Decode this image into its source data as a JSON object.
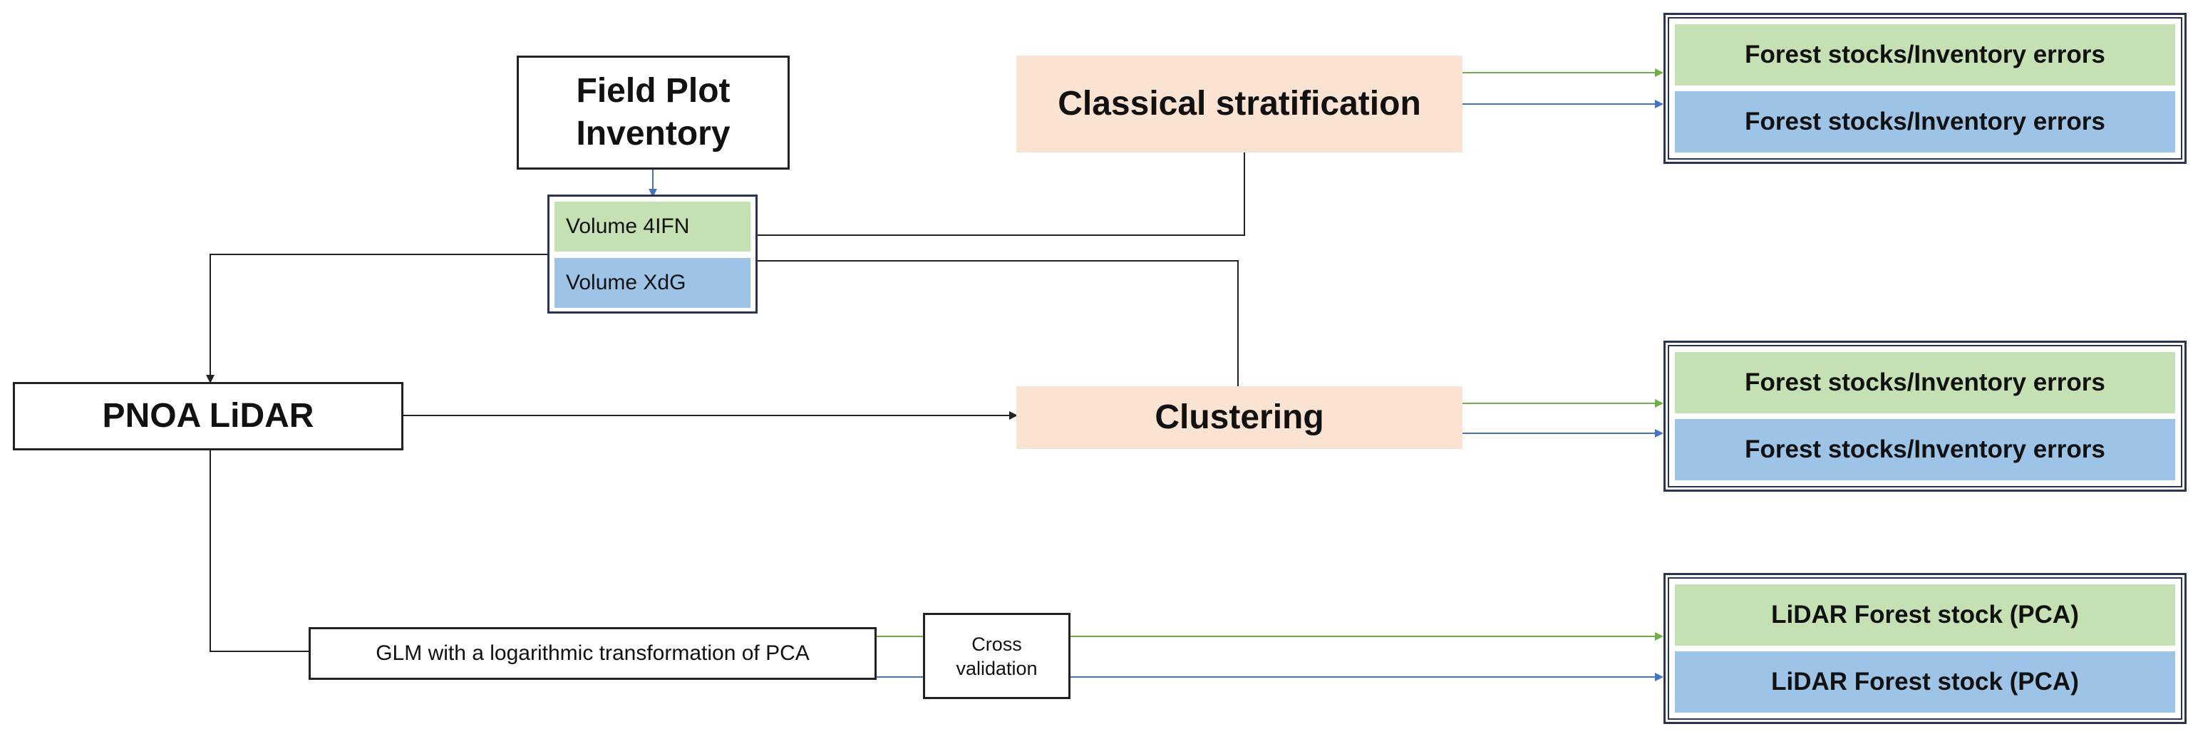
{
  "nodes": {
    "field_plot": {
      "line1": "Field Plot",
      "line2": "Inventory"
    },
    "volume_4ifn": "Volume 4IFN",
    "volume_xdg": "Volume XdG",
    "pnoa_lidar": "PNOA LiDAR",
    "classical_stratification": "Classical stratification",
    "clustering": "Clustering",
    "glm": "GLM with a logarithmic transformation of PCA",
    "cross_validation": {
      "line1": "Cross",
      "line2": "validation"
    }
  },
  "outputs": {
    "stratification": [
      "Forest stocks/Inventory errors",
      "Forest stocks/Inventory errors"
    ],
    "clustering": [
      "Forest stocks/Inventory errors",
      "Forest stocks/Inventory errors"
    ],
    "lidar": [
      "LiDAR Forest stock (PCA)",
      "LiDAR Forest stock (PCA)"
    ]
  },
  "colors": {
    "green": "#c5e0b3",
    "blue": "#9dc3e6",
    "peach": "#fbe3d4",
    "green_line": "#70ad47",
    "blue_line": "#4472c4",
    "black_line": "#222222",
    "frame": "#2a3352"
  }
}
